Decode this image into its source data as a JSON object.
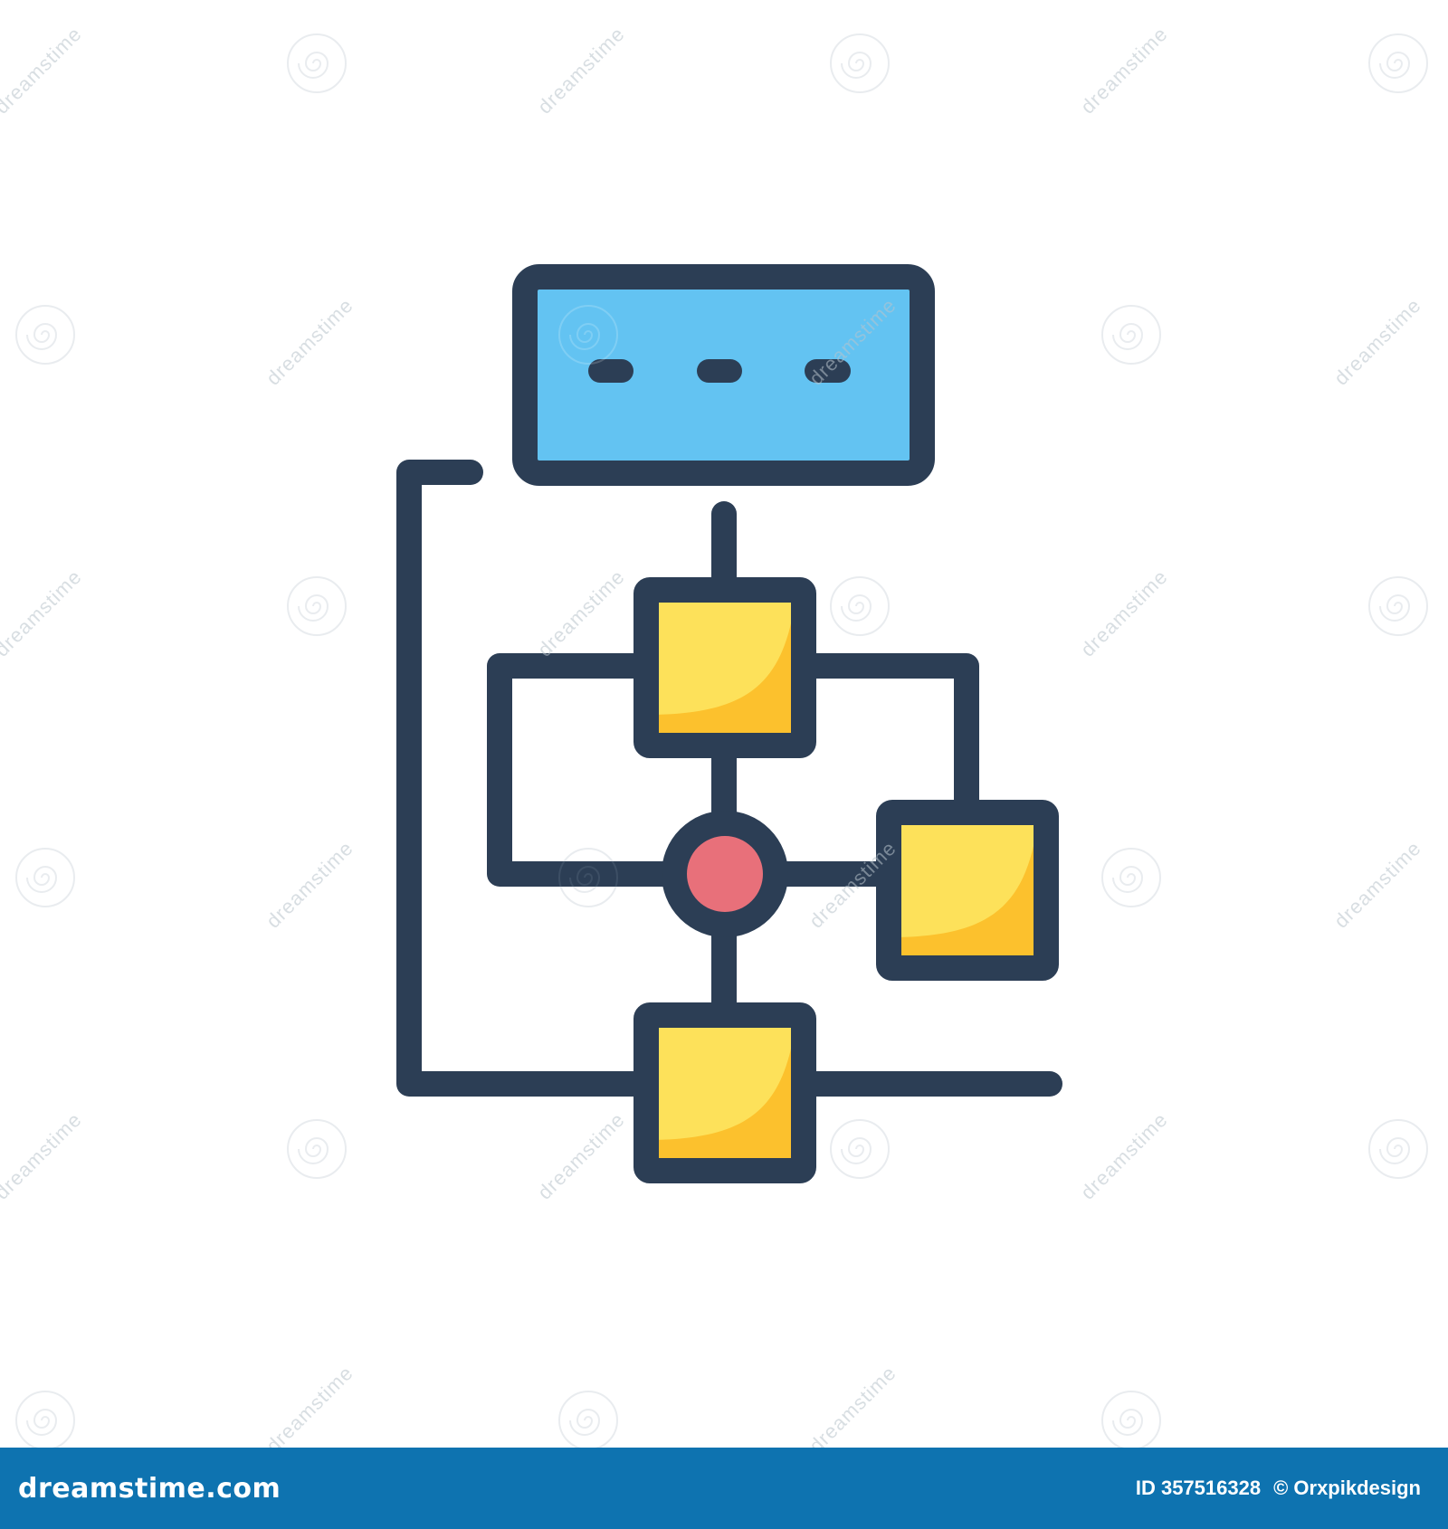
{
  "colors": {
    "outline": "#2c3e55",
    "header_box_fill": "#63c3f2",
    "node_fill": "#fde15a",
    "node_shade": "#fcc12d",
    "hub_fill": "#e8707a",
    "footer_bg": "#0e73b0"
  },
  "icon": {
    "name": "flowchart-icon"
  },
  "watermark": {
    "text": "dreamstime"
  },
  "footer": {
    "brand": "dreamstime.com",
    "image_id": "ID 357516328",
    "author": "© Orxpikdesign"
  }
}
